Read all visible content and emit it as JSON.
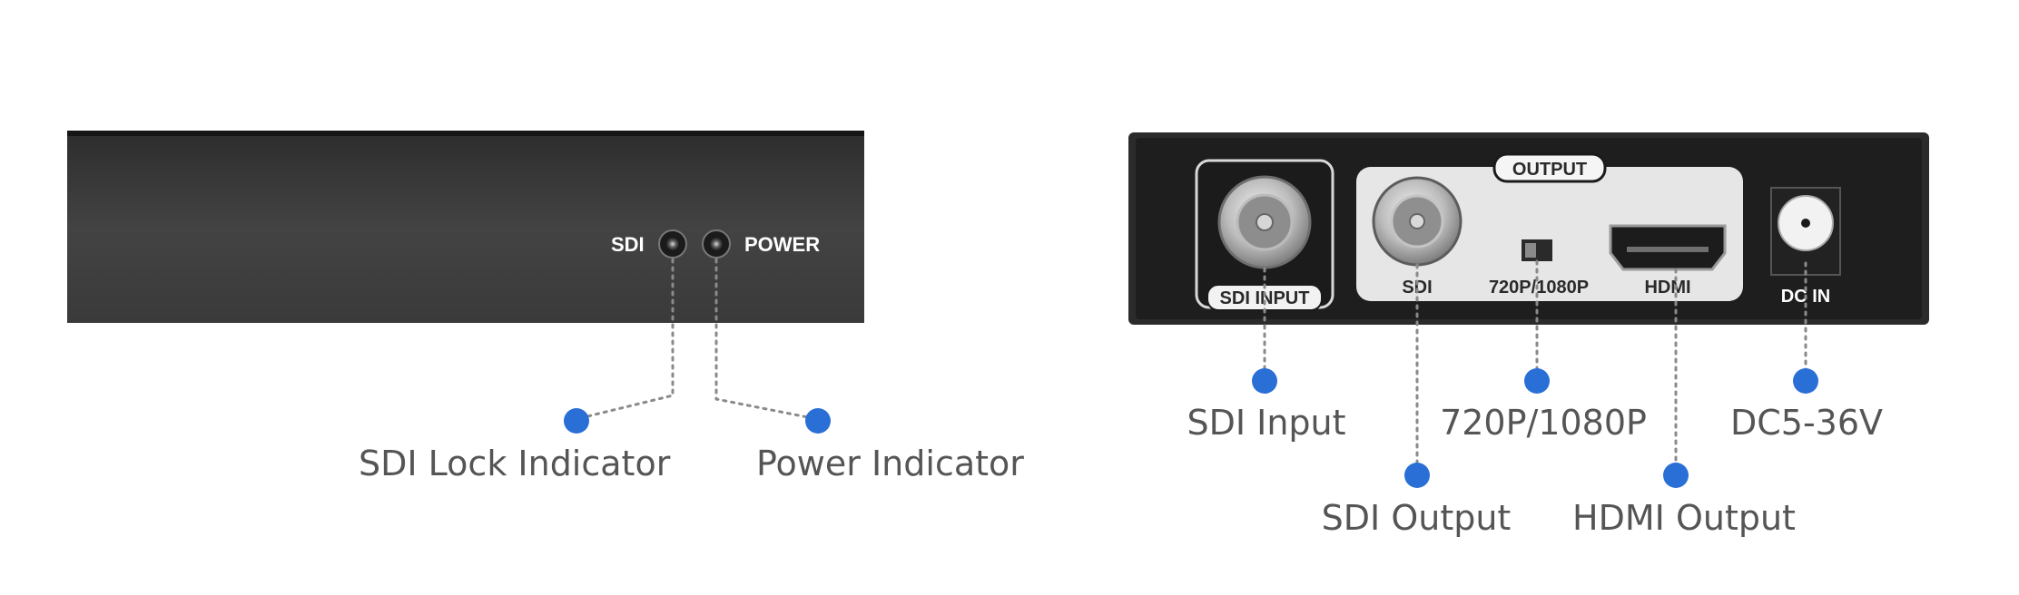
{
  "front_panel": {
    "led_sdi_label": "SDI",
    "led_power_label": "POWER"
  },
  "rear_panel": {
    "sdi_input_port_label": "SDI INPUT",
    "output_group_label": "OUTPUT",
    "sdi_output_port_label": "SDI",
    "switch_label": "720P/1080P",
    "hdmi_port_label": "HDMI",
    "dc_port_label": "DC IN"
  },
  "callouts": {
    "sdi_lock_indicator": "SDI Lock Indicator",
    "power_indicator": "Power Indicator",
    "sdi_input": "SDI Input",
    "sdi_output": "SDI Output",
    "resolution_switch": "720P/1080P",
    "hdmi_output": "HDMI Output",
    "dc_power": "DC5-36V"
  },
  "colors": {
    "device_body": "#3a3a3a",
    "callout_dot": "#2a6fd6",
    "output_panel": "#e6e6e6"
  }
}
